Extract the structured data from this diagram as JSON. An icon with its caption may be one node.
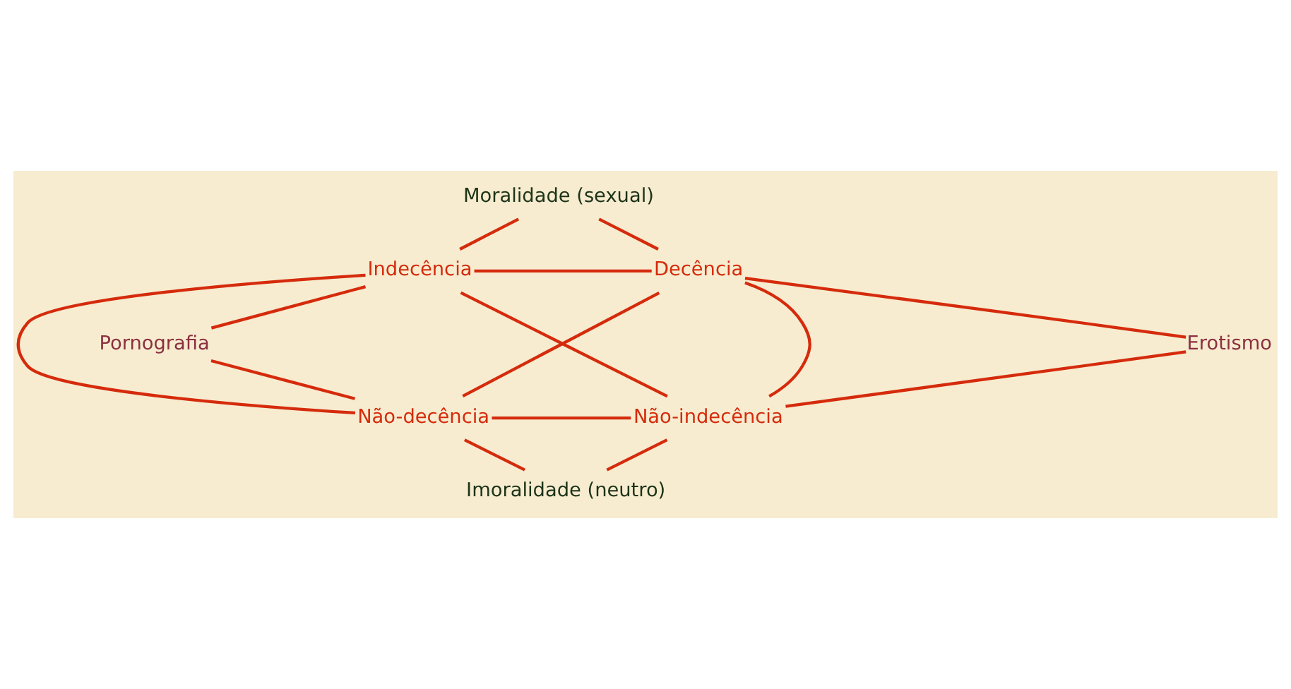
{
  "diagram": {
    "nodes": [
      {
        "text": [
          "Moralidade (sexual)"
        ]
      },
      {
        "text": [
          "Indecência"
        ]
      },
      {
        "text": [
          "Decência"
        ]
      },
      {
        "text": [
          "Pornografia"
        ]
      },
      {
        "text": [
          "Erotismo"
        ]
      },
      {
        "text": [
          "Não-decência"
        ]
      },
      {
        "text": [
          "Não-indecência"
        ]
      },
      {
        "text": [
          "Imoralidade (neutro)"
        ]
      }
    ],
    "edges": [
      {
        "from": 0,
        "to": 1,
        "arrow": "none"
      },
      {
        "from": 0,
        "to": 2,
        "arrow": "none"
      },
      {
        "from": 1,
        "to": 2,
        "arrow": "none"
      },
      {
        "from": 1,
        "to": 3,
        "arrow": "none"
      },
      {
        "from": 2,
        "to": 4,
        "arrow": "none"
      },
      {
        "from": 1,
        "to": 5,
        "arrow": "none"
      },
      {
        "from": 1,
        "to": 6,
        "arrow": "none"
      },
      {
        "from": 2,
        "to": 5,
        "arrow": "none"
      },
      {
        "from": 2,
        "to": 6,
        "arrow": "none"
      },
      {
        "from": 3,
        "to": 5,
        "arrow": "none"
      },
      {
        "from": 4,
        "to": 6,
        "arrow": "none"
      },
      {
        "from": 5,
        "to": 6,
        "arrow": "none"
      },
      {
        "from": 5,
        "to": 7,
        "arrow": "none"
      },
      {
        "from": 6,
        "to": 7,
        "arrow": "none"
      }
    ]
  }
}
